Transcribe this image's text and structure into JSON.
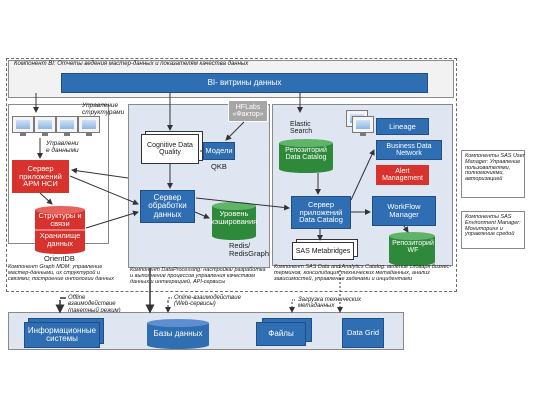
{
  "top": {
    "component_bi": "Компонент BI: Отчеты ведения мастер-данных и показателям качества данных",
    "bi_showcases": "BI- витрины данных"
  },
  "left": {
    "management_structure": "Управление структурами",
    "data_management": "Управлени е данными",
    "app_server_arm": "Сервер приложений АРМ НСИ",
    "structures_links": "Структуры и связи",
    "data_stores": "Хранилище данных",
    "orientdb": "OrientDB",
    "graph_mdm": "Компонент Graph MDM: управление мастер-данными, их структурой и связями; построение онтологии данных"
  },
  "middle": {
    "cognitive_dq": "Cognitive Data Quality",
    "hflabs": "HFLabs «Фактор»",
    "models": "Модели",
    "qkb": "QKB",
    "processing_server": "Сервер обработки данных",
    "cache_level": "Уровень кэширования",
    "redis": "Redis/ RedisGraph",
    "data_processing": "Компонент DataProcessing: настройка/ разработка и выполнение процессов управления качеством данных и интеграцией, API-сервисы"
  },
  "right": {
    "elastic_search": "Elastic Search",
    "catalog_repo": "Репозиторий Data Catalog",
    "lineage": "Lineage",
    "bdn": "Business Data Network",
    "alert_mgmt": "Alert Management",
    "catalog_server": "Сервер приложений Data Catalog",
    "workflow": "WorkFlow Manager",
    "metabridges": "SAS Metabridges",
    "wf_repo": "Репозиторий WF",
    "catalog_component": "Компонент SAS Data and Analytics Catalog: ведение словаря бизнес-терминов, консолидация технических метаданных, анализ зависимостей, управление задачами и инцидентами"
  },
  "side": {
    "user_manager": "Компоненты SAS User Manager: Управление пользователями, полномочиями, авторизацией",
    "env_manager": "Компоненты SAS Environment Manager: Мониторинг и управление средой"
  },
  "bottom": {
    "offline": "Offline взаимодействие (пакетный режим)",
    "online": "Online-взаимодействие (Web-сервисы)",
    "tech_metadata": "Загрузка технических метаданных",
    "info_systems": "Информационные системы",
    "databases": "Базы данных",
    "files": "Файлы",
    "data_grid": "Data Grid"
  },
  "colors": {
    "blue": "#2f6eb3",
    "red": "#d8322c",
    "green": "#2e8a3a",
    "gray": "#a6a6a6",
    "bg_panel": "#dfe6f2"
  }
}
